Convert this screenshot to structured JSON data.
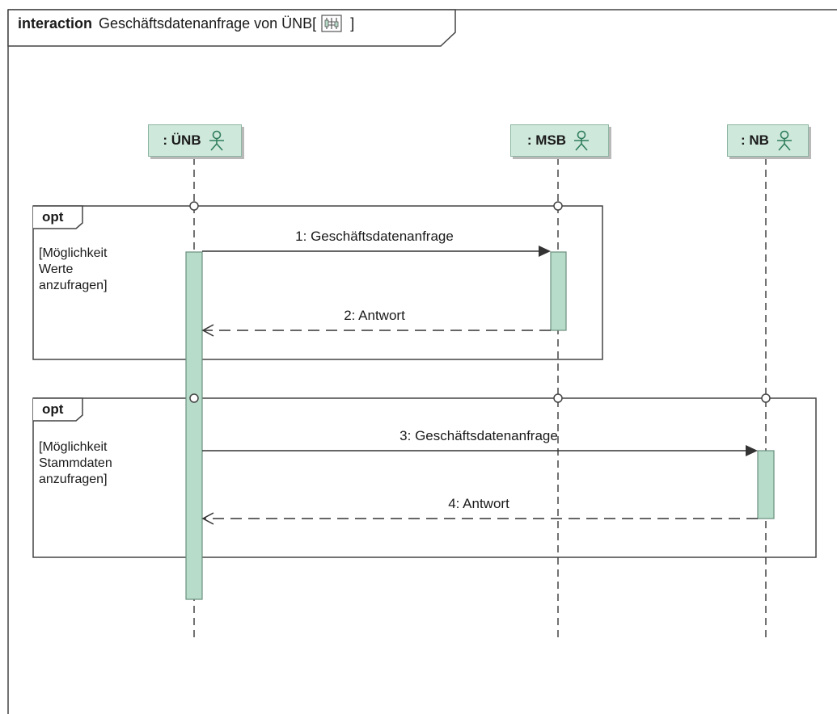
{
  "frame": {
    "keyword": "interaction",
    "name": "Geschäftsdatenanfrage von ÜNB",
    "bracket_open": "[",
    "bracket_close": "]",
    "icon": "diagram-icon"
  },
  "lifelines": [
    {
      "id": "uenb",
      "name": ": ÜNB",
      "icon": "actor-icon"
    },
    {
      "id": "msb",
      "name": ": MSB",
      "icon": "actor-icon"
    },
    {
      "id": "nb",
      "name": ": NB",
      "icon": "actor-icon"
    }
  ],
  "fragments": [
    {
      "operator": "opt",
      "guard": "[Möglichkeit\nWerte\nanzufragen]"
    },
    {
      "operator": "opt",
      "guard": "[Möglichkeit\nStammdaten\nanzufragen]"
    }
  ],
  "messages": [
    {
      "label": "1: Geschäftsdatenanfrage",
      "from": "uenb",
      "to": "msb",
      "kind": "synchronous"
    },
    {
      "label": "2: Antwort",
      "from": "msb",
      "to": "uenb",
      "kind": "reply"
    },
    {
      "label": "3: Geschäftsdatenanfrage",
      "from": "uenb",
      "to": "nb",
      "kind": "synchronous"
    },
    {
      "label": "4: Antwort",
      "from": "nb",
      "to": "uenb",
      "kind": "reply"
    }
  ],
  "colors": {
    "lifeline_fill": "#cfe8dc",
    "activation_fill": "#b7dcc9",
    "line": "#3a3a3a"
  }
}
